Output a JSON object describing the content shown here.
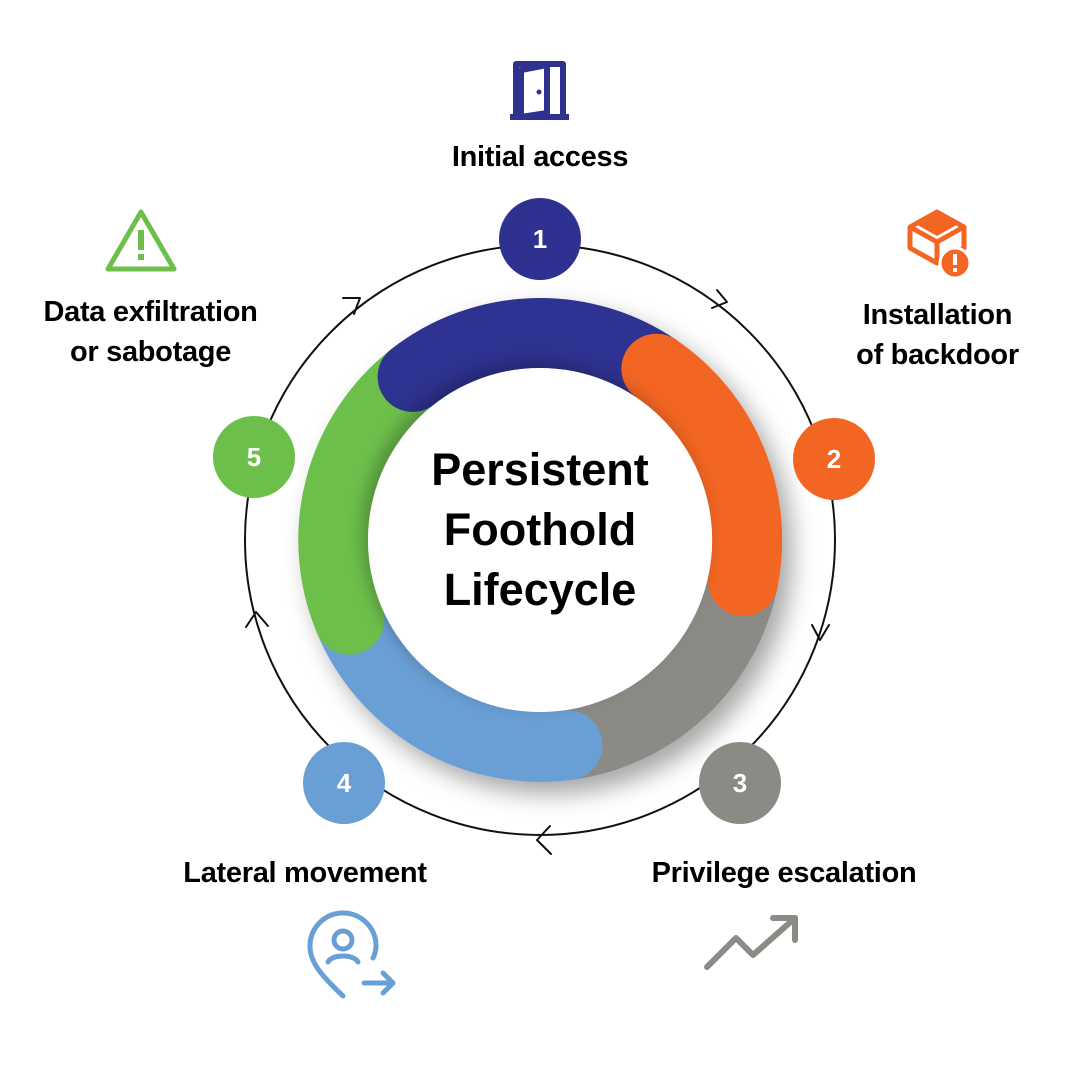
{
  "center_title": [
    "Persistent",
    "Foothold",
    "Lifecycle"
  ],
  "stages": [
    {
      "number": "1",
      "label": [
        "Initial access"
      ],
      "color": "#2E3190",
      "icon": "door-icon"
    },
    {
      "number": "2",
      "label": [
        "Installation",
        "of backdoor"
      ],
      "color": "#F26522",
      "icon": "package-alert-icon"
    },
    {
      "number": "3",
      "label": [
        "Privilege escalation"
      ],
      "color": "#8C8A85",
      "icon": "trend-up-arrow-icon"
    },
    {
      "number": "4",
      "label": [
        "Lateral movement"
      ],
      "color": "#6A9FD6",
      "icon": "user-location-arrow-icon"
    },
    {
      "number": "5",
      "label": [
        "Data exfiltration",
        "or sabotage"
      ],
      "color": "#6DBF4B",
      "icon": "warning-triangle-icon"
    }
  ]
}
